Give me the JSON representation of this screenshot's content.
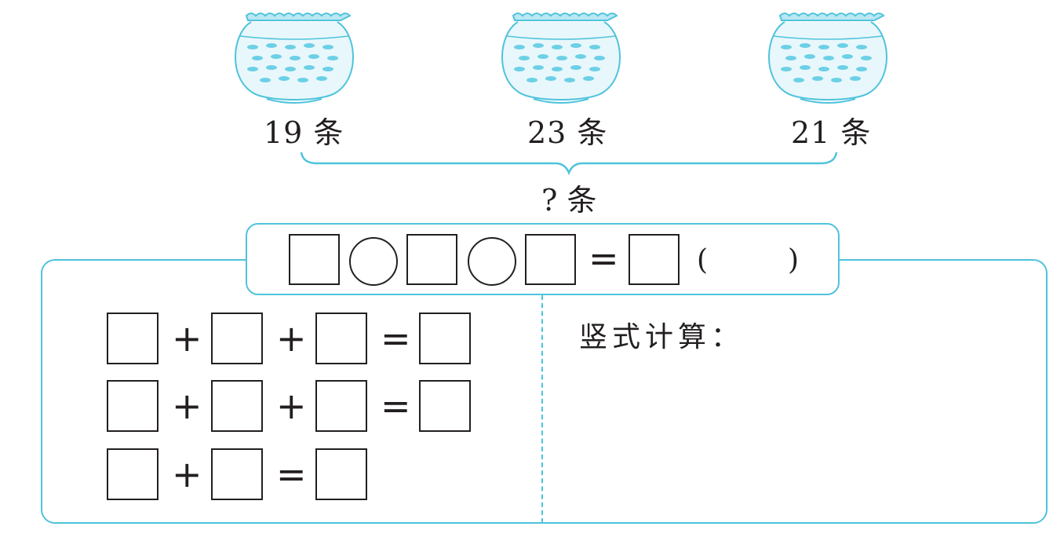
{
  "bowls": [
    {
      "count": "19 条",
      "icon": "fish-bowl-icon"
    },
    {
      "count": "23 条",
      "icon": "fish-bowl-icon"
    },
    {
      "count": "21 条",
      "icon": "fish-bowl-icon"
    }
  ],
  "total_label": "? 条",
  "equation": {
    "equals": "=",
    "paren_open": "(",
    "paren_close": ")"
  },
  "rows": [
    {
      "ops": [
        "+",
        "+",
        "="
      ]
    },
    {
      "ops": [
        "+",
        "+",
        "="
      ]
    },
    {
      "ops": [
        "+",
        "="
      ]
    }
  ],
  "vertical_calc_label": "竖式计算：",
  "colors": {
    "accent": "#4fc3dc",
    "ink": "#231f20"
  }
}
